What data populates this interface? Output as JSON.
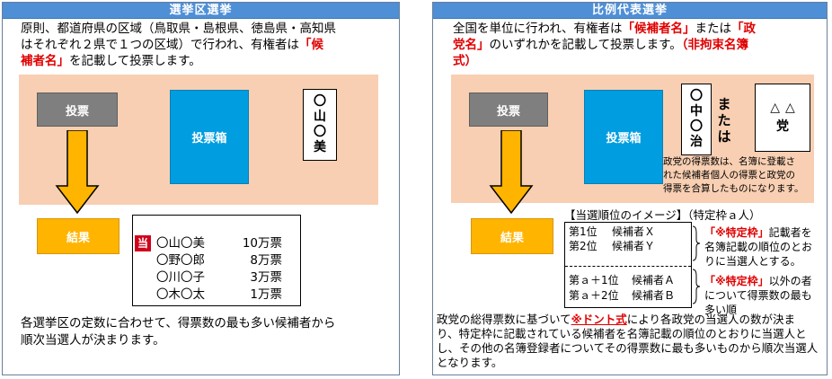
{
  "left": {
    "header": "選挙区選挙",
    "intro": [
      "原則、都道府県の区域（鳥取県・島根県、徳島県・高知県",
      "はそれぞれ２県で１つの区域）で行われ、有権者は"
    ],
    "intro_red": "「候",
    "intro2_red": "補者名」",
    "intro2_rest": "を記載して投票します。",
    "vote_label": "投票",
    "ballot_box_label": "投票箱",
    "ballot_chars": [
      "〇",
      "山",
      "〇",
      "美"
    ],
    "result_label": "結果",
    "winner_mark": "当",
    "results": [
      {
        "name": "〇山〇美",
        "votes": "10万票"
      },
      {
        "name": "〇野〇郎",
        "votes": "8万票"
      },
      {
        "name": "〇川〇子",
        "votes": "3万票"
      },
      {
        "name": "〇木〇太",
        "votes": "1万票"
      }
    ],
    "footer": [
      "各選挙区の定数に合わせて、得票数の最も多い候補者から",
      "順次当選人が決まります。"
    ]
  },
  "right": {
    "header": "比例代表選挙",
    "intro1_a": "全国を単位に行われ、有権者は",
    "intro1_red": "「候補者名」",
    "intro1_b": "または",
    "intro1_red2": "「政",
    "intro2_red": "党名」",
    "intro2_b": "のいずれかを記載して投票します。",
    "intro2_red2": "（非拘束名簿",
    "intro3_red": "式）",
    "vote_label": "投票",
    "ballot_box_label": "投票箱",
    "ballot1_chars": [
      "〇",
      "中",
      "〇",
      "治"
    ],
    "or_text": [
      "ま",
      "た",
      "は"
    ],
    "ballot2_chars": [
      "△",
      "△",
      "党"
    ],
    "party_note": [
      "政党の得票数は、名簿に登載さ",
      "れた候補者個人の得票と政党の",
      "得票を合算したものになります。"
    ],
    "image_title": "【当選順位のイメージ】（特定枠ａ人）",
    "result_label": "結果",
    "list_rows": [
      {
        "rank": "第1位",
        "name": "候補者Ｘ"
      },
      {
        "rank": "第2位",
        "name": "候補者Ｙ"
      },
      {
        "rank": "第ａ＋1位",
        "name": "候補者Ａ"
      },
      {
        "rank": "第ａ＋2位",
        "name": "候補者Ｂ"
      }
    ],
    "note1_red": "「※特定枠」",
    "note1_rest": [
      "記載者を",
      "名簿記載の順位のとお",
      "りに当選人とする。"
    ],
    "note2_red": "「※特定枠」",
    "note2_rest": [
      "以外の者",
      "について得票数の最も",
      "多い順"
    ],
    "footer_a": "政党の総得票数に基づいて",
    "footer_red": "※ドント式",
    "footer_b": "により各政党の当選人の数が決ま",
    "footer_lines": [
      "り、特定枠に記載されている候補者を名簿記載の順位のとおりに当選人と",
      "し、その他の名簿登録者についてその得票数に最も多いものから順次当選人",
      "となります。"
    ]
  }
}
